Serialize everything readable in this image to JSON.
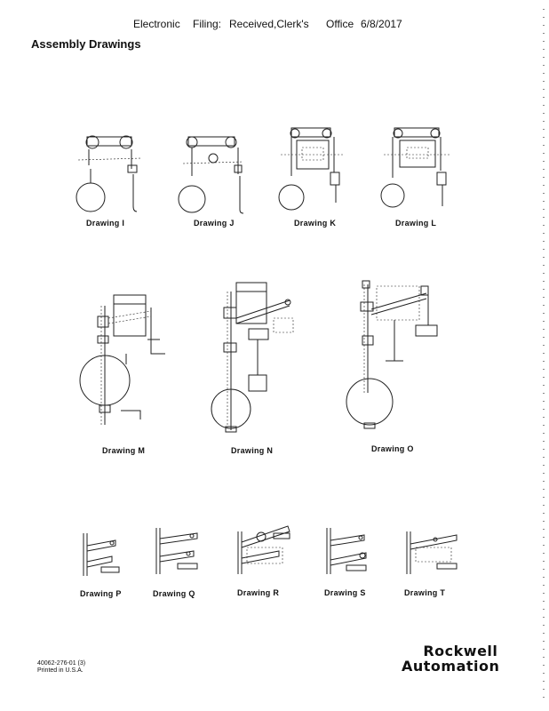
{
  "header": {
    "part1": "Electronic",
    "part2": "Filing:",
    "part3": "Received,Clerk's",
    "part4": "Office",
    "part5": "6/8/2017"
  },
  "title": "Assembly Drawings",
  "drawings": {
    "I": "Drawing I",
    "J": "Drawing J",
    "K": "Drawing K",
    "L": "Drawing L",
    "M": "Drawing M",
    "N": "Drawing N",
    "O": "Drawing O",
    "P": "Drawing P",
    "Q": "Drawing Q",
    "R": "Drawing R",
    "S": "Drawing S",
    "T": "Drawing T"
  },
  "footer": {
    "code": "40062-276-01 (3)",
    "printed": "Printed in U.S.A."
  },
  "logo": {
    "line1": "Rockwell",
    "line2": "Automation"
  }
}
